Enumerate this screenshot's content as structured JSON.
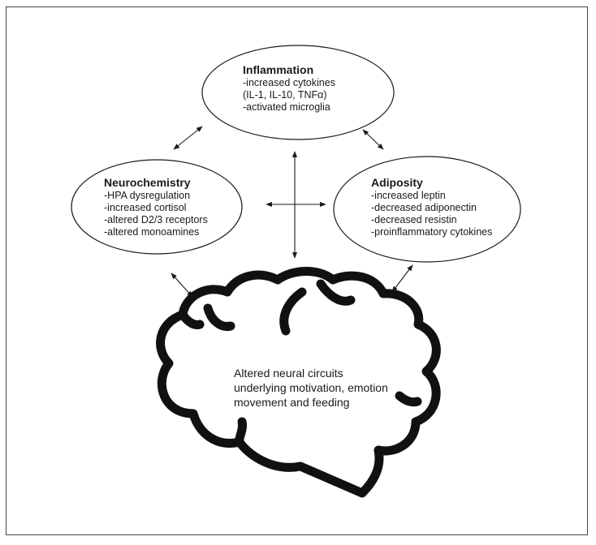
{
  "colors": {
    "stroke": "#1a1a1a",
    "brain": "#111111",
    "background": "#ffffff"
  },
  "inflammation": {
    "title": "Inflammation",
    "lines": [
      "-increased cytokines",
      "(IL-1, IL-10, TNFα)",
      "-activated microglia"
    ]
  },
  "neurochemistry": {
    "title": "Neurochemistry",
    "lines": [
      "-HPA dysregulation",
      "-increased cortisol",
      "-altered D2/3 receptors",
      "-altered monoamines"
    ]
  },
  "adiposity": {
    "title": "Adiposity",
    "lines": [
      "-increased leptin",
      "-decreased adiponectin",
      "-decreased resistin",
      "-proinflammatory cytokines"
    ]
  },
  "brain": {
    "lines": [
      "Altered neural circuits",
      "underlying motivation, emotion",
      "movement and feeding"
    ]
  }
}
